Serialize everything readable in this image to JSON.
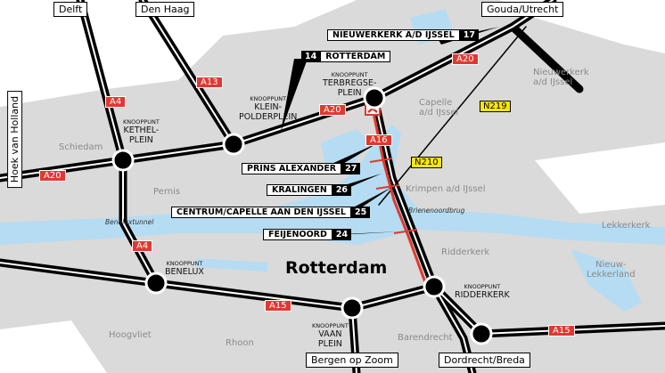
{
  "destinations": {
    "delft": "Delft",
    "den_haag": "Den Haag",
    "gouda": "Gouda/Utrecht",
    "hoek": "Hoek van Holland",
    "bergen": "Bergen op Zoom",
    "dordrecht": "Dordrecht/Breda"
  },
  "roads": {
    "a4_1": "A4",
    "a4_2": "A4",
    "a13": "A13",
    "a20_w": "A20",
    "a20_m": "A20",
    "a20_e": "A20",
    "a16": "A16",
    "a15_w": "A15",
    "a15_e": "A15",
    "n219": "N219",
    "n210": "N210"
  },
  "knooppunten": [
    {
      "small": "KNOOPPUNT",
      "name": "KETHEL-",
      "name2": "PLEIN"
    },
    {
      "small": "KNOOPPUNT",
      "name": "KLEIN-",
      "name2": "POLDERPLEIN"
    },
    {
      "small": "KNOOPPUNT",
      "name": "TERBREGSE-",
      "name2": "PLEIN"
    },
    {
      "small": "KNOOPPUNT",
      "name": "BENELUX",
      "name2": ""
    },
    {
      "small": "KNOOPPUNT",
      "name": "RIDDERKERK",
      "name2": ""
    },
    {
      "small": "KNOOPPUNT",
      "name": "VAAN",
      "name2": "PLEIN"
    }
  ],
  "exits": [
    {
      "num": "17",
      "name": "NIEUWERKERK A/D IJSSEL"
    },
    {
      "num": "14",
      "name": "ROTTERDAM"
    },
    {
      "num": "27",
      "name": "PRINS ALEXANDER"
    },
    {
      "num": "26",
      "name": "KRALINGEN"
    },
    {
      "num": "25",
      "name": "CENTRUM/CAPELLE AAN DEN IJSSEL"
    },
    {
      "num": "24",
      "name": "FEIJENOORD"
    }
  ],
  "places": {
    "schiedam": "Schiedam",
    "pernis": "Pernis",
    "capelle": "Capelle",
    "capelle2": "a/d IJssel",
    "nieuwerkerk": "Nieuwerkerk",
    "nieuwerkerk2": "a/d IJssel",
    "krimpen": "Krimpen a/d IJssel",
    "lekkerkerk": "Lekkerkerk",
    "nieuw": "Nieuw-",
    "lekkerland": "Lekkerland",
    "ridderkerk": "Ridderkerk",
    "barendrecht": "Barendrecht",
    "rhoon": "Rhoon",
    "hoogvliet": "Hoogvliet",
    "rotterdam": "Rotterdam"
  },
  "structures": {
    "beneluxtunnel": "Beneluxtunnel",
    "brienenoord": "Brienenoordbrug"
  },
  "colors": {
    "land": "#dadada",
    "water": "#b5dcf2",
    "road": "#000000",
    "highway_label": "#e2382f",
    "n_label": "#ffe600",
    "new_route": "#e2382f"
  }
}
